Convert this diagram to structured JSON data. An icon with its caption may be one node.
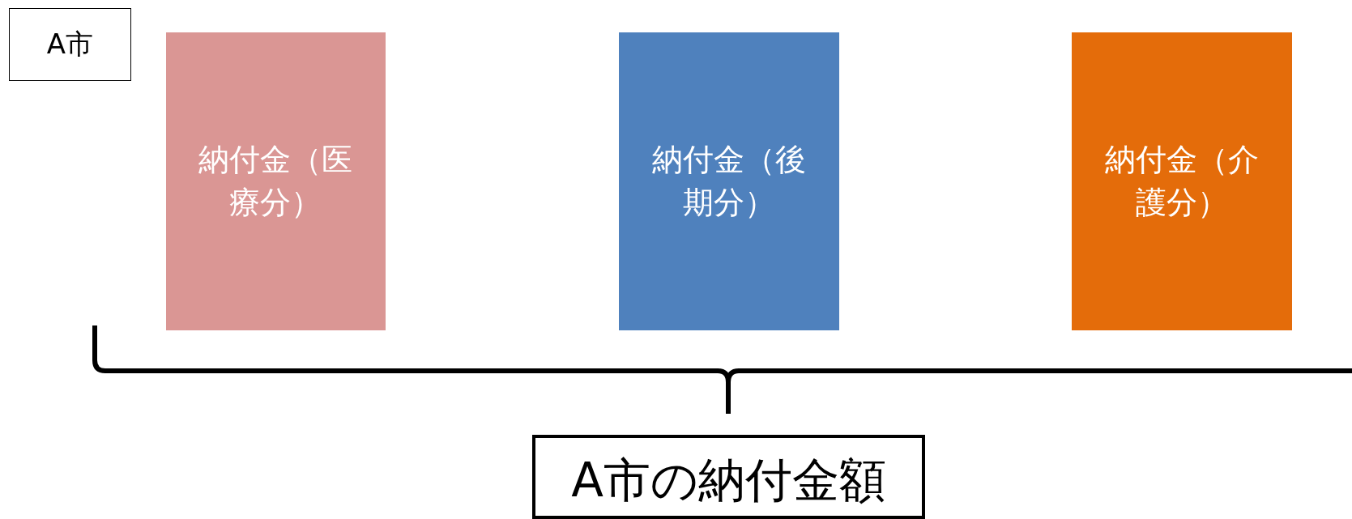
{
  "diagram": {
    "nodes": [
      {
        "text": [
          "A市"
        ]
      },
      {
        "text": [
          "納付金（医療分）"
        ]
      },
      {
        "text": [
          "納付金（後期分）"
        ]
      },
      {
        "text": [
          "納付金（介護分）"
        ]
      },
      {
        "text": [
          "A市の納付金額"
        ]
      }
    ]
  }
}
